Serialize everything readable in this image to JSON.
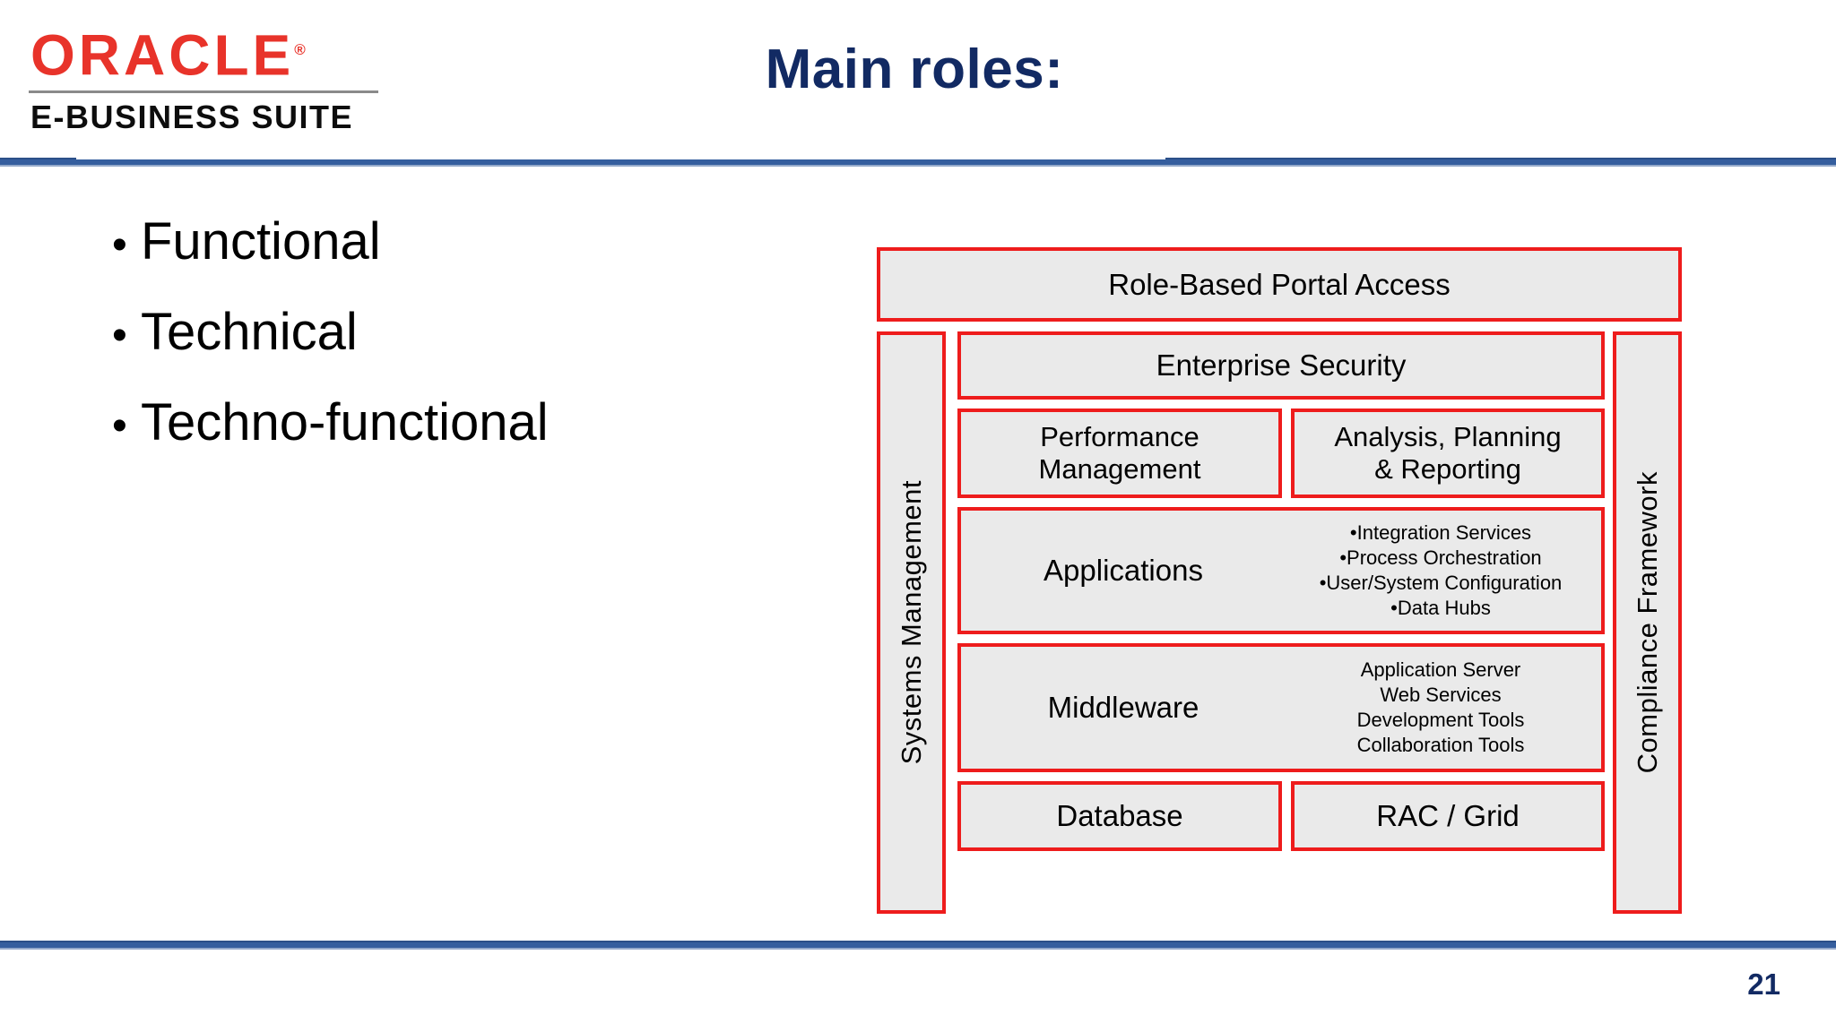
{
  "slide": {
    "title": "Main roles:",
    "page_number": "21",
    "title_color": "#122a63",
    "rule_color": "#355e9e"
  },
  "logo": {
    "wordmark": "ORACLE",
    "registered_mark": "®",
    "subtitle": "E-BUSINESS SUITE",
    "brand_red": "#e8332a"
  },
  "bullets": [
    {
      "marker": "•",
      "label": "Functional"
    },
    {
      "marker": "•",
      "label": "Technical"
    },
    {
      "marker": "•",
      "label": "Techno-functional"
    }
  ],
  "diagram": {
    "box_fill": "#eaeaea",
    "box_border": "#ee1c1c",
    "portal_access": "Role-Based Portal Access",
    "left_pillar": "Systems Management",
    "right_pillar": "Compliance Framework",
    "enterprise_security": "Enterprise Security",
    "rows": {
      "performance": {
        "left": "Performance\nManagement",
        "left_line1": "Performance",
        "left_line2": "Management",
        "right_line1": "Analysis, Planning",
        "right_line2": "& Reporting"
      },
      "applications": {
        "label": "Applications",
        "items": [
          "•Integration Services",
          "•Process Orchestration",
          "•User/System Configuration",
          "•Data Hubs"
        ]
      },
      "middleware": {
        "label": "Middleware",
        "items": [
          "Application Server",
          "Web Services",
          "Development Tools",
          "Collaboration Tools"
        ]
      },
      "foundation": {
        "left": "Database",
        "right": "RAC / Grid"
      }
    }
  }
}
